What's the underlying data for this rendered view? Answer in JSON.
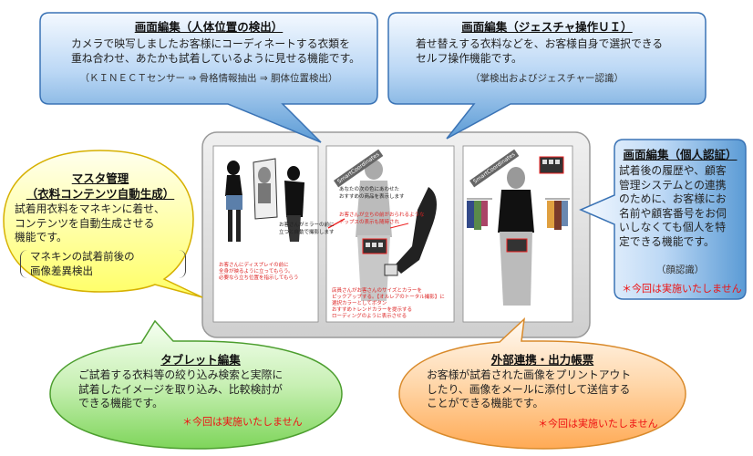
{
  "callouts": {
    "body_detection": {
      "title": "画面編集（人体位置の検出）",
      "lines": [
        "カメラで映写しましたお客様にコーディネートする衣類を",
        "重ね合わせ、あたかも試着しているように見せる機能です。"
      ],
      "note": "（ＫＩＮＥＣＴセンサー ⇒ 骨格情報抽出 ⇒ 胴体位置検出）"
    },
    "gesture": {
      "title": "画面編集（ジェスチャ操作ＵＩ）",
      "lines": [
        "着せ替えする衣料などを、お客様自身で選択できる",
        "セルフ操作機能です。"
      ],
      "note": "（掌検出およびジェスチャー認識）"
    },
    "master": {
      "title_line1": "マスタ管理",
      "title_line2": "（衣料コンテンツ自動生成）",
      "lines": [
        "試着用衣料をマネキンに着せ、",
        "コンテンツを自動生成させる",
        "機能です。"
      ],
      "bracket_lines": [
        "マネキンの試着前後の",
        "画像差異検出"
      ]
    },
    "personal": {
      "title": "画面編集（個人認証）",
      "lines": [
        "試着後の履歴や、顧客",
        "管理システムとの連携",
        "のために、お客様にお",
        "名前や顧客番号をお伺",
        "いしなくても個人を特",
        "定できる機能です。"
      ],
      "note": "（顔認識）",
      "red": "＊今回は実施いたしません"
    },
    "tablet": {
      "title": "タブレット編集",
      "lines": [
        "ご試着する衣料等の絞り込み検索と実際に",
        "試着したイメージを取り込み、比較検討が",
        "できる機能です。"
      ],
      "red": "＊今回は実施いたしません"
    },
    "external": {
      "title": "外部連携・出力帳票",
      "lines": [
        "お客様が試着された画像をプリントアウト",
        "したり、画像をメールに添付して送信する",
        "ことができる機能です。"
      ],
      "red": "＊今回は実施いたしません"
    }
  },
  "illustration": {
    "panel2_top": "あなたの次の色にあわせた",
    "panel2_top2": "おすすめの商品を表示します",
    "smart1": "SmartCoordinates",
    "smart2": "SmartCoordinates",
    "p1_note1": "お客さんがミラーの前に",
    "p1_note2": "立つと自動で撮影します",
    "p1_caption": [
      "お客さんにディスプレイの前に",
      "全身が映るように立ってもらう。",
      "必要なら立ち位置を指示してもらう"
    ],
    "p2_caption": [
      "店員さんがお客さんのサイズとカラーを",
      "ピックアップする。【オルレアのトータル撮影】に",
      "選択カラーとしてボタン",
      "おすすめトレンドカラーを提示する",
      "ローディングのように表示させる"
    ],
    "p2_red_top": "お客さんが立ちの前がおられるような",
    "p2_red_top2": "トップスの表示も随時され"
  },
  "colors": {
    "blue_fill": "#5b9bd5",
    "yellow_fill": "#ffff66",
    "green_fill": "#7ed55a",
    "orange_fill": "#ffaa55",
    "red_text": "#e11111"
  }
}
